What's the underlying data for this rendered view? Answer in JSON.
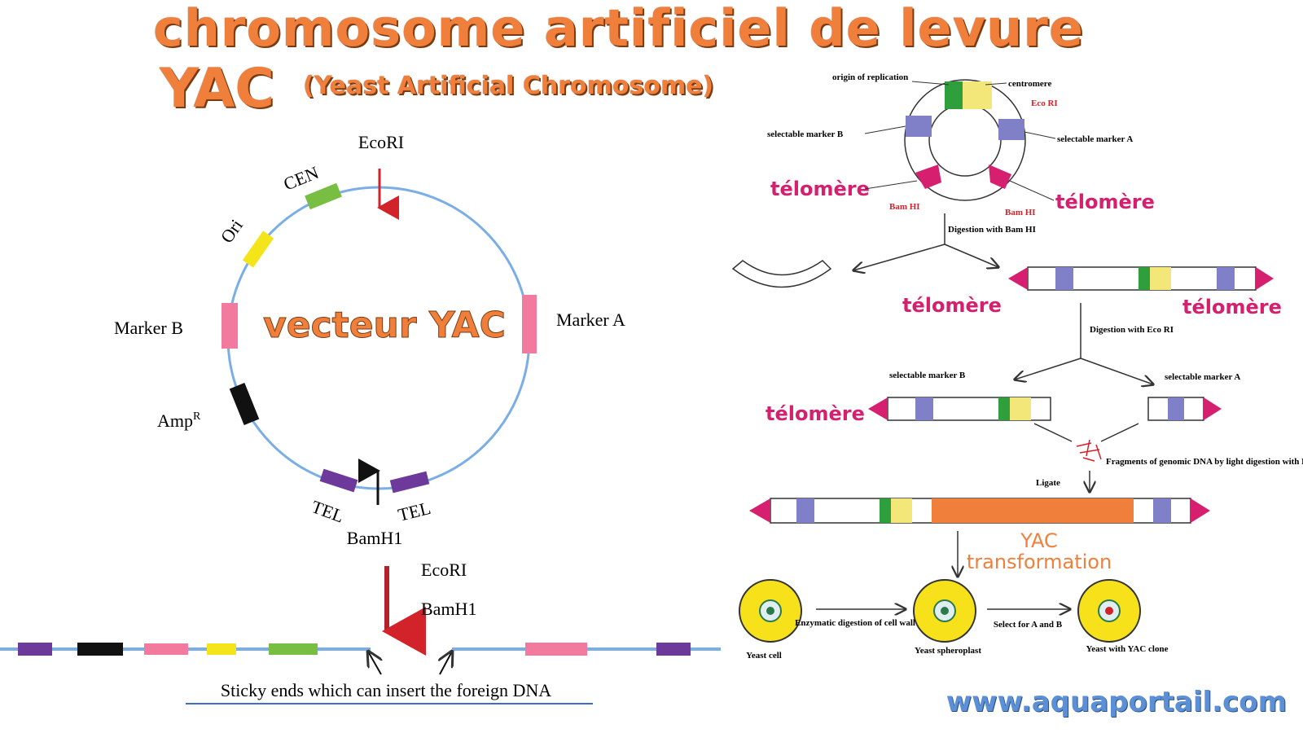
{
  "header": {
    "title": "chromosome artificiel de levure",
    "subtitle_big": "YAC",
    "subtitle_paren": "(Yeast Artificial Chromosome)"
  },
  "vector": {
    "center_label": "vecteur YAC",
    "labels": {
      "ecori": "EcoRI",
      "cen": "CEN",
      "ori": "Ori",
      "marker_b": "Marker B",
      "marker_a": "Marker A",
      "amp": "Amp",
      "amp_sup": "R",
      "tel_left": "TEL",
      "tel_right": "TEL",
      "bamh1": "BamH1"
    },
    "digest": {
      "ecori": "EcoRI",
      "bamh1": "BamH1"
    },
    "sticky_caption": "Sticky ends which can insert the foreign DNA"
  },
  "right_panel": {
    "origin": "origin of replication",
    "centromere": "centromere",
    "ecori": "Eco RI",
    "marker_b": "selectable marker B",
    "marker_a": "selectable marker A",
    "telomere_left": "télomère",
    "telomere_right": "télomère",
    "bam_left": "Bam HI",
    "bam_right": "Bam HI",
    "digest_bam": "Digestion with Bam HI",
    "telomere_row2_left": "télomère",
    "telomere_row2_right": "télomère",
    "digest_eco": "Digestion with Eco RI",
    "sel_b": "selectable marker B",
    "sel_a": "selectable marker A",
    "telomere_row3": "télomère",
    "fragments": "Fragments of genomic DNA by light digestion with Eco RI",
    "ligate": "Ligate",
    "yac_transform_1": "YAC",
    "yac_transform_2": "transformation",
    "enzymatic": "Enzymatic digestion of cell wall",
    "select_ab": "Select for A and B",
    "yeast_cell": "Yeast cell",
    "yeast_sphero": "Yeast spheroplast",
    "yeast_clone": "Yeast with YAC clone"
  },
  "colors": {
    "accent_orange": "#f07f3c",
    "telomere_pink": "#d6206f",
    "marker_blue": "#8080c8",
    "backbone": "#7aaee6"
  },
  "footer": {
    "watermark": "www.aquaportail.com"
  }
}
